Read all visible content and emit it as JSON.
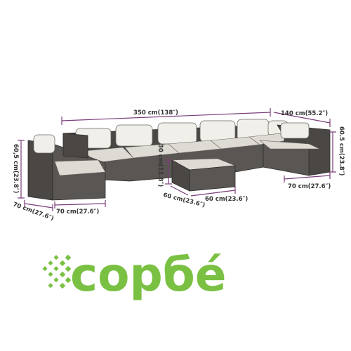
{
  "dimensions": {
    "total_width": "350 cm(138″)",
    "side_width": "140 cm(55.2″)",
    "right_height": "60.5 cm(23.8″)",
    "left_height": "60,5 cm(23.8″)",
    "table_height": "30 cm(11.8″)",
    "right_depth": "70 cm(27.6″)",
    "left_depth": "70 cm(27.6″)",
    "left_width": "70 cm(27.6″)",
    "table_depth": "60 cm(23.6″)",
    "table_width": "60 cm(23.6″)"
  },
  "logo": {
    "text": "copбé",
    "color": "#7ac143"
  }
}
